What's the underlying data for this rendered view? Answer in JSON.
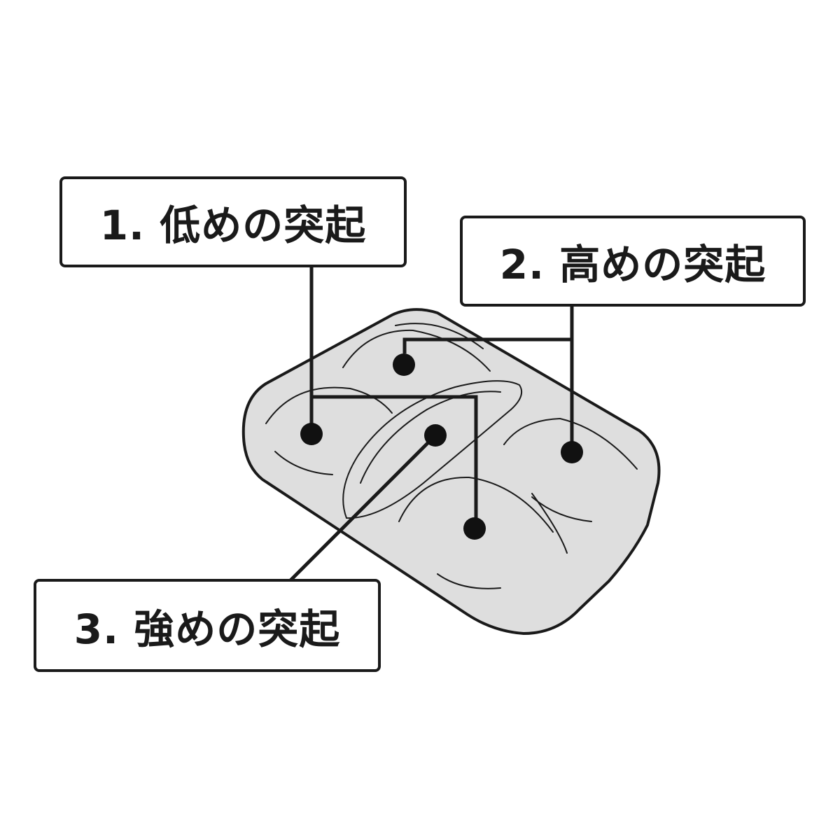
{
  "colors": {
    "cushion_fill": "#dedede",
    "outline": "#1a1a1a",
    "background": "#ffffff"
  },
  "callouts": {
    "low": {
      "label": "1. 低めの突起"
    },
    "high": {
      "label": "2. 高めの突起"
    },
    "strong": {
      "label": "3. 強めの突起"
    }
  }
}
